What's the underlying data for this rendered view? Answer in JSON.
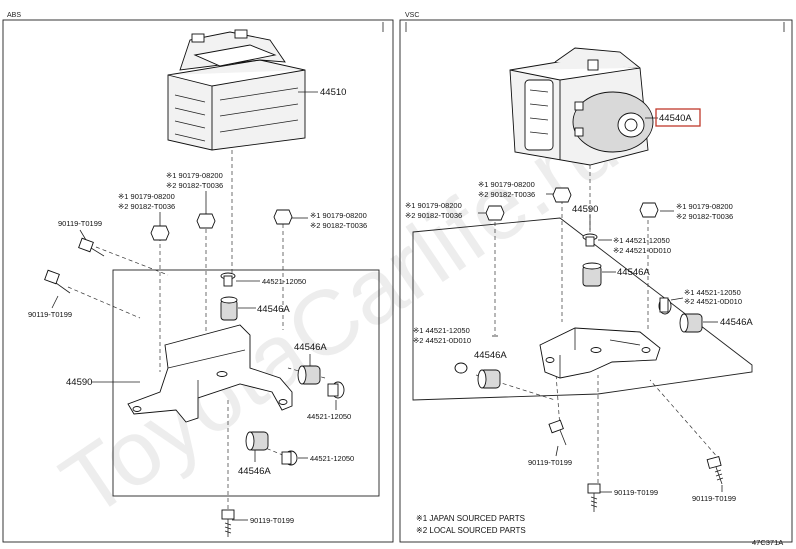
{
  "sections": {
    "left": "ABS",
    "right": "VSC"
  },
  "left": {
    "actuator": "44510",
    "bracket": "44590",
    "note1a": "※1 90179-08200",
    "note1b": "※2 90182-T0036",
    "note2a": "※1 90179-08200",
    "note2b": "※2 90182-T0036",
    "note3a": "※1 90179-08200",
    "note3b": "※2 90182-T0036",
    "bolt1": "90119-T0199",
    "bolt2": "90119-T0199",
    "bolt3": "90119-T0199",
    "collar1": "44521-12050",
    "collar2": "44521-12050",
    "collar3": "44521-12050",
    "cushion1": "44546A",
    "cushion2": "44546A",
    "cushion3": "44546A"
  },
  "right": {
    "actuator": "44540A",
    "bracket": "44590",
    "note1a": "※1 90179-08200",
    "note1b": "※2 90182-T0036",
    "note2a": "※1 90179-08200",
    "note2b": "※2 90182-T0036",
    "note3a": "※1 90179-08200",
    "note3b": "※2 90182-T0036",
    "collar1a": "※1 44521-12050",
    "collar1b": "※2 44521-0D010",
    "collar2a": "※1 44521-12050",
    "collar2b": "※2 44521-0D010",
    "collar3a": "※1 44521-12050",
    "collar3b": "※2 44521-0D010",
    "cushion1": "44546A",
    "cushion2": "44546A",
    "cushion3": "44546A",
    "bolt1": "90119-T0199",
    "bolt2": "90119-T0199",
    "bolt3": "90119-T0199"
  },
  "footnotes": {
    "n1": "※1 JAPAN SOURCED PARTS",
    "n2": "※2 LOCAL SOURCED PARTS"
  },
  "figure_id": "47C371A",
  "watermark": "ToyotaCarlife.ru",
  "highlight_color": "#c0392b"
}
